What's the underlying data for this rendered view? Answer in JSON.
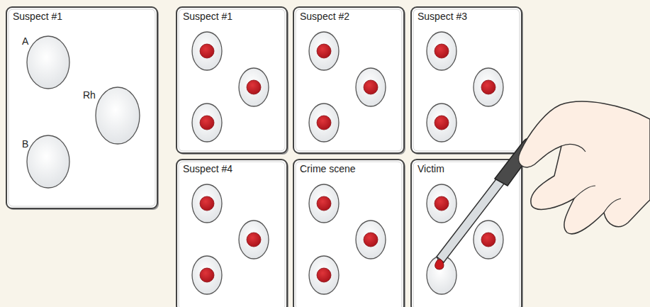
{
  "diagram": {
    "nodes": [
      {
        "text": [
          "Suspect #1"
        ]
      },
      {
        "text": [
          "Suspect #1"
        ]
      },
      {
        "text": [
          "Suspect #2"
        ]
      },
      {
        "text": [
          "Suspect #3"
        ]
      },
      {
        "text": [
          "Suspect #4"
        ]
      },
      {
        "text": [
          "Crime scene"
        ]
      },
      {
        "text": [
          "Victim"
        ]
      }
    ],
    "labels": [
      "A",
      "Rh",
      "B"
    ]
  }
}
